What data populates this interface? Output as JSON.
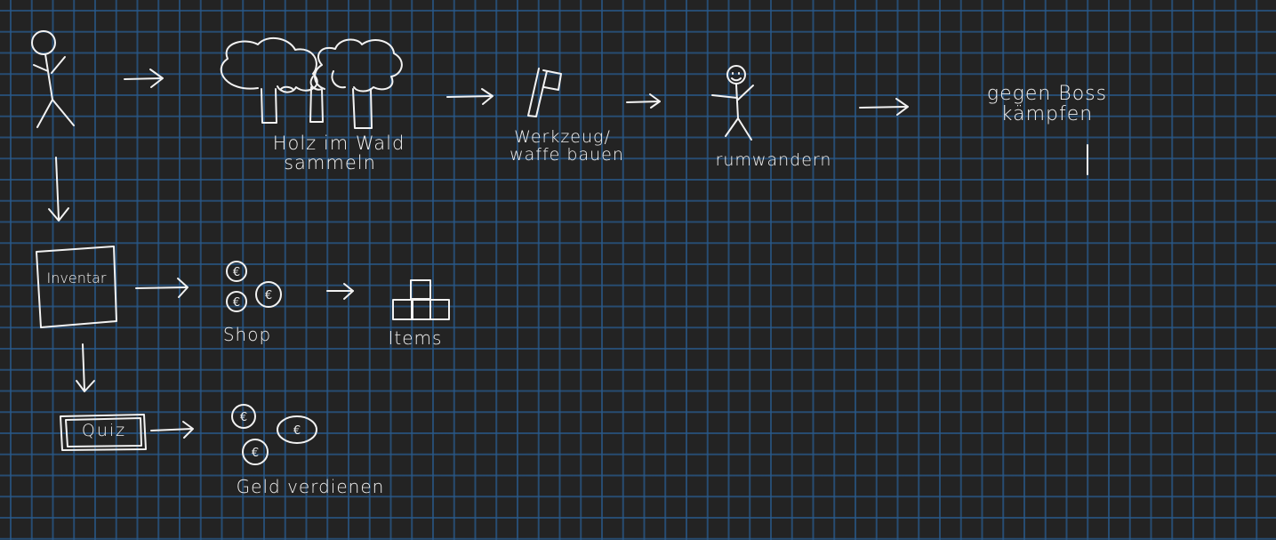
{
  "colors": {
    "background": "#232323",
    "grid": "#285a8c",
    "ink": "#f2f2f2"
  },
  "nodes": {
    "holz": {
      "line1": "Holz im Wald",
      "line2": "sammeln"
    },
    "werkzeug": {
      "line1": "Werkzeug/",
      "line2": "waffe bauen"
    },
    "rumwandern": {
      "label": "rumwandern"
    },
    "boss": {
      "line1": "gegen Boss",
      "line2": "kämpfen"
    },
    "inventar": {
      "label": "Inventar"
    },
    "shop": {
      "label": "Shop"
    },
    "items": {
      "label": "Items"
    },
    "quiz": {
      "label": "Quiz"
    },
    "geld": {
      "label": "Geld verdienen"
    }
  },
  "icons": {
    "player": "stick-figure-icon",
    "trees": "trees-icon",
    "axe": "axe-icon",
    "wanderer": "smiling-stick-figure-icon",
    "coin": "euro-coin-icon",
    "blocks": "item-blocks-icon"
  },
  "coin_symbol": "€"
}
